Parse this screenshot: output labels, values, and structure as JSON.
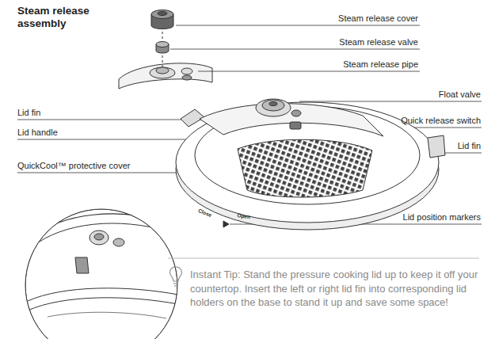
{
  "diagram": {
    "title": "Steam release assembly",
    "labels": [
      "Steam release cover",
      "Steam release valve",
      "Steam release pipe",
      "Lid fin",
      "Lid handle",
      "QuickCool™ protective cover",
      "Float valve",
      "Quick release switch",
      "Lid fin",
      "Close",
      "Open",
      "Lid position markers",
      "Instant Tip: Stand the pressure cooking lid up to keep it off your countertop. Insert the left or right lid fin into corresponding lid holders on the base to stand it up and save some space!"
    ]
  }
}
